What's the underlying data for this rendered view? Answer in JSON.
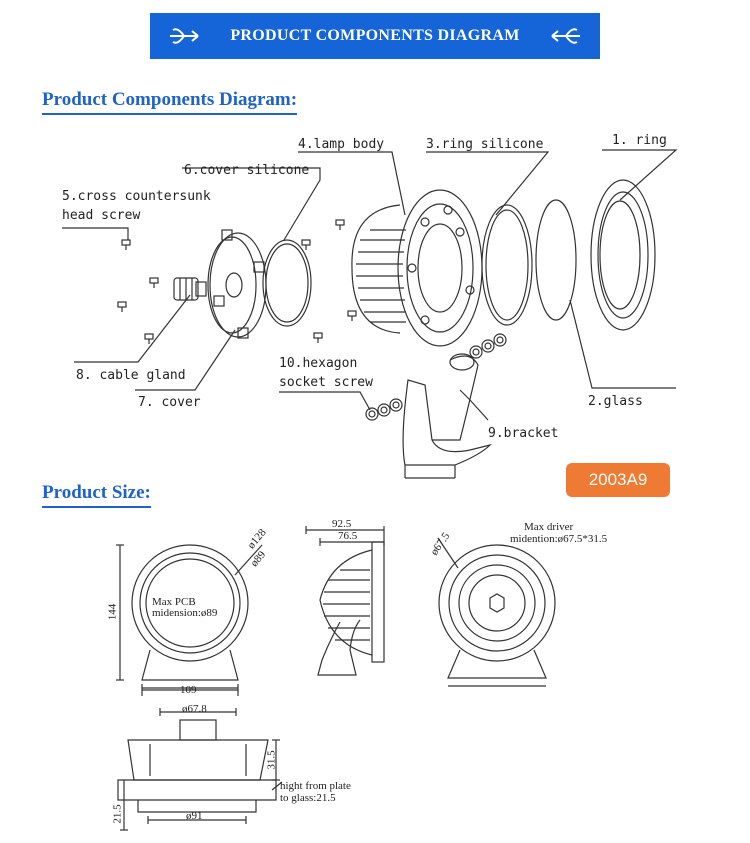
{
  "header": {
    "banner_title": "PRODUCT COMPONENTS DIAGRAM"
  },
  "sections": {
    "components_title": "Product Components Diagram:",
    "size_title": "Product Size:"
  },
  "model_badge": "2003A9",
  "components": {
    "ring": "1. ring",
    "glass": "2.glass",
    "ring_silicone": "3.ring silicone",
    "lamp_body": "4.lamp body",
    "screw_line1": "5.cross countersunk",
    "screw_line2": "head screw",
    "cover_silicone": "6.cover silicone",
    "cover": "7. cover",
    "cable_gland": "8. cable gland",
    "bracket": "9.bracket",
    "hex_line1": "10.hexagon",
    "hex_line2": "socket screw"
  },
  "dimensions": {
    "front": {
      "d_outer": "ø128",
      "d_inner": "ø89",
      "pcb_line1": "Max PCB",
      "pcb_line2": "midension:ø89",
      "height": "144",
      "base_width": "109"
    },
    "side": {
      "depth_total": "92.5",
      "depth_body": "76.5"
    },
    "back": {
      "d_hole": "ø67.5",
      "driver_line1": "Max driver",
      "driver_line2": "midention:ø67.5*31.5"
    },
    "section": {
      "d_top": "ø67.8",
      "h_body": "31.5",
      "d_bottom": "ø91",
      "h_base": "21.5",
      "note_line1": "hight from plate",
      "note_line2": "to glass:21.5"
    }
  }
}
